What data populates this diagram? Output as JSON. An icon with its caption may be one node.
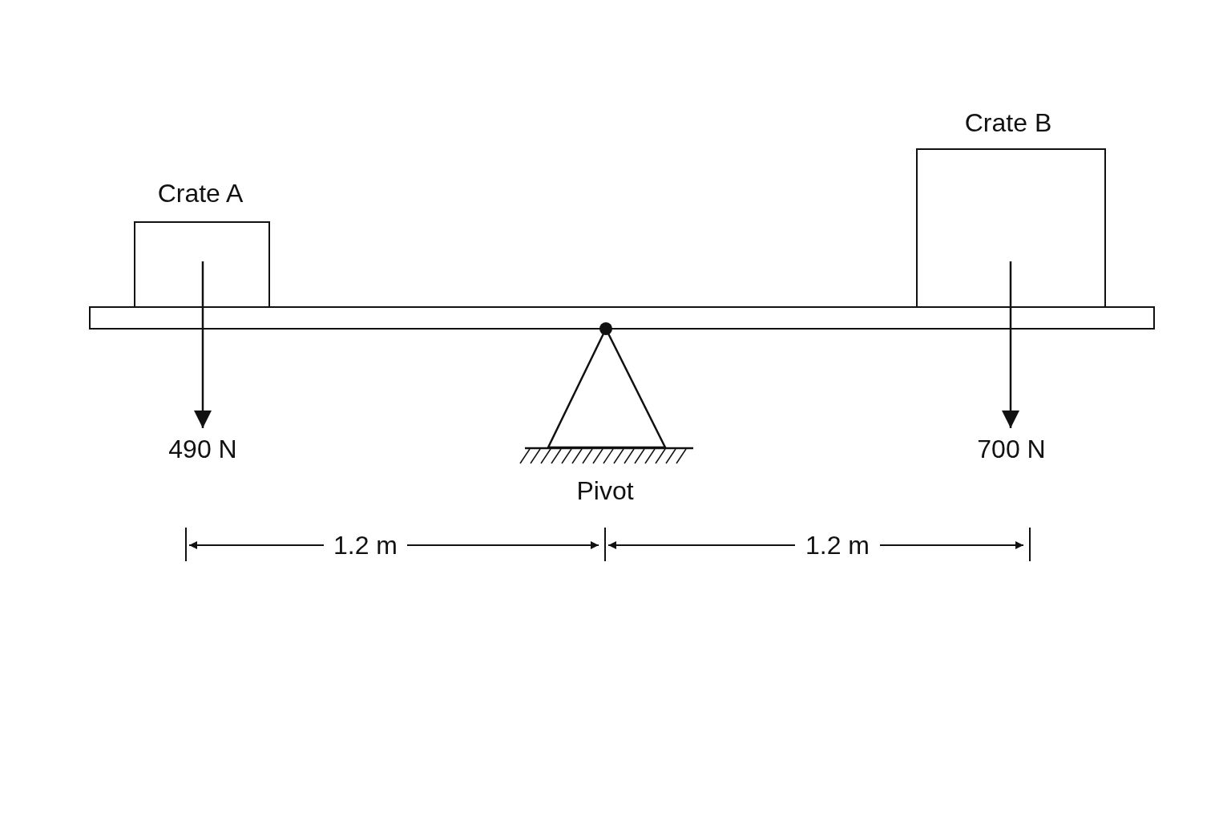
{
  "diagram": {
    "nodes": [
      {
        "text": [
          "Crate A"
        ]
      },
      {
        "text": [
          "Crate B"
        ]
      },
      {
        "text": [],
        "shape": "bar"
      },
      {
        "text": [
          "Pivot"
        ]
      }
    ],
    "labels": [
      "490 N",
      "700 N",
      "1.2 m",
      "1.2 m"
    ]
  }
}
